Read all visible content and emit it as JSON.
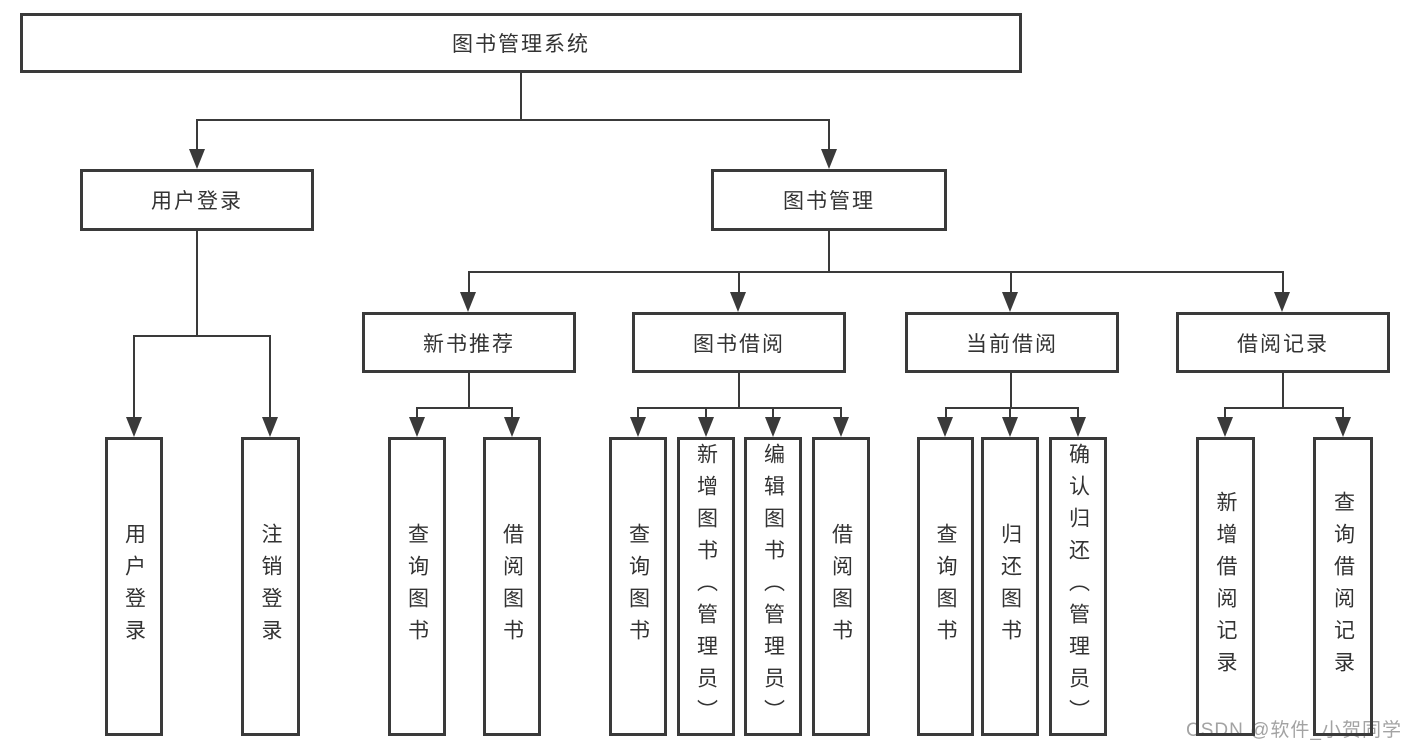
{
  "tree": {
    "root": "图书管理系统",
    "branches": [
      {
        "label": "用户登录",
        "children": [
          "用户登录",
          "注销登录"
        ]
      },
      {
        "label": "图书管理",
        "groups": [
          {
            "label": "新书推荐",
            "children": [
              "查询图书",
              "借阅图书"
            ]
          },
          {
            "label": "图书借阅",
            "children": [
              "查询图书",
              "新增图书（管理员）",
              "编辑图书（管理员）",
              "借阅图书"
            ]
          },
          {
            "label": "当前借阅",
            "children": [
              "查询图书",
              "归还图书",
              "确认归还（管理员）"
            ]
          },
          {
            "label": "借阅记录",
            "children": [
              "新增借阅记录",
              "查询借阅记录"
            ]
          }
        ]
      }
    ]
  },
  "watermark": "CSDN @软件_小贺同学",
  "colors": {
    "line": "#3a3a3a",
    "text": "#333333",
    "watermark": "#a3a3a3",
    "background": "#ffffff"
  }
}
